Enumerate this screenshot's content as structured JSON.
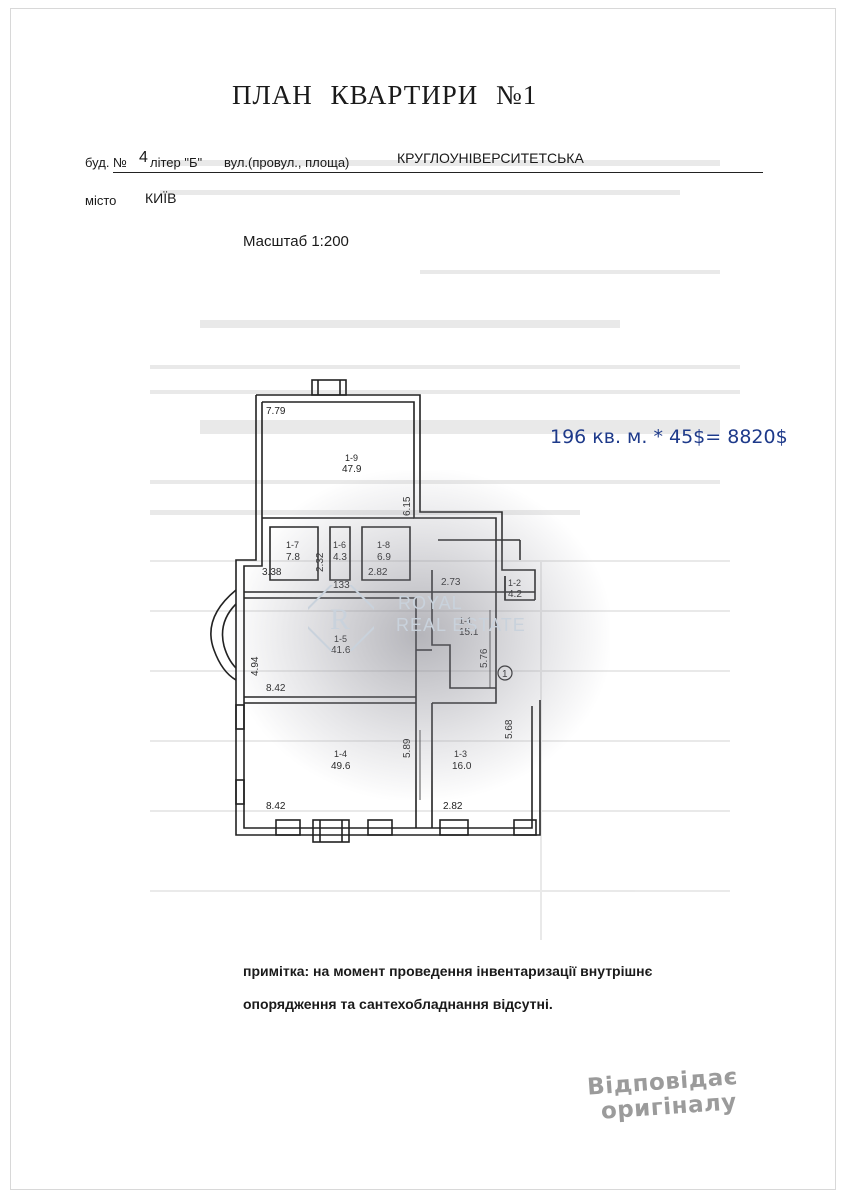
{
  "header": {
    "title": "ПЛАН   КВАРТИРИ №1",
    "building_label": "буд. №",
    "building_number": "4",
    "letter_label": "літер \"Б\"",
    "street_label": "вул.(провул., площа)",
    "street_value": "КРУГЛОУНІВЕРСИТЕТСЬКА",
    "city_label": "місто",
    "city_value": "КИЇВ",
    "scale": "Масштаб   1:200"
  },
  "price_note": "196 кв. м. * 45$= 8820$",
  "watermark": {
    "line1": "ROYAL",
    "line2": "REAL ESTATE",
    "logo_letter": "R"
  },
  "rooms": [
    {
      "id": "1-9",
      "area": "47.9"
    },
    {
      "id": "1-7",
      "area": "7.8"
    },
    {
      "id": "1-6",
      "area": "4.3"
    },
    {
      "id": "1-8",
      "area": "6.9"
    },
    {
      "id": "1-2",
      "area": "4.2"
    },
    {
      "id": "1-1",
      "area": "15.1"
    },
    {
      "id": "1-5",
      "area": "41.6"
    },
    {
      "id": "1-4",
      "area": "49.6"
    },
    {
      "id": "1-3",
      "area": "16.0"
    }
  ],
  "dimensions": {
    "d_779": "7.79",
    "d_615": "6.15",
    "d_338": "3.38",
    "d_232": "2.32",
    "d_282a": "2.82",
    "d_133": "133",
    "d_273": "2.73",
    "d_576": "5.76",
    "d_494": "4.94",
    "d_842a": "8.42",
    "d_589": "5.89",
    "d_568": "5.68",
    "d_842b": "8.42",
    "d_282b": "2.82"
  },
  "entrance_marker": "1",
  "notes": {
    "line1": "примітка: на момент проведення інвентаризації внутрішнє",
    "line2": "опорядження та сантехобладнання відсутні."
  },
  "stamp": {
    "line1": "Відповідає",
    "line2": "оригіналу"
  }
}
